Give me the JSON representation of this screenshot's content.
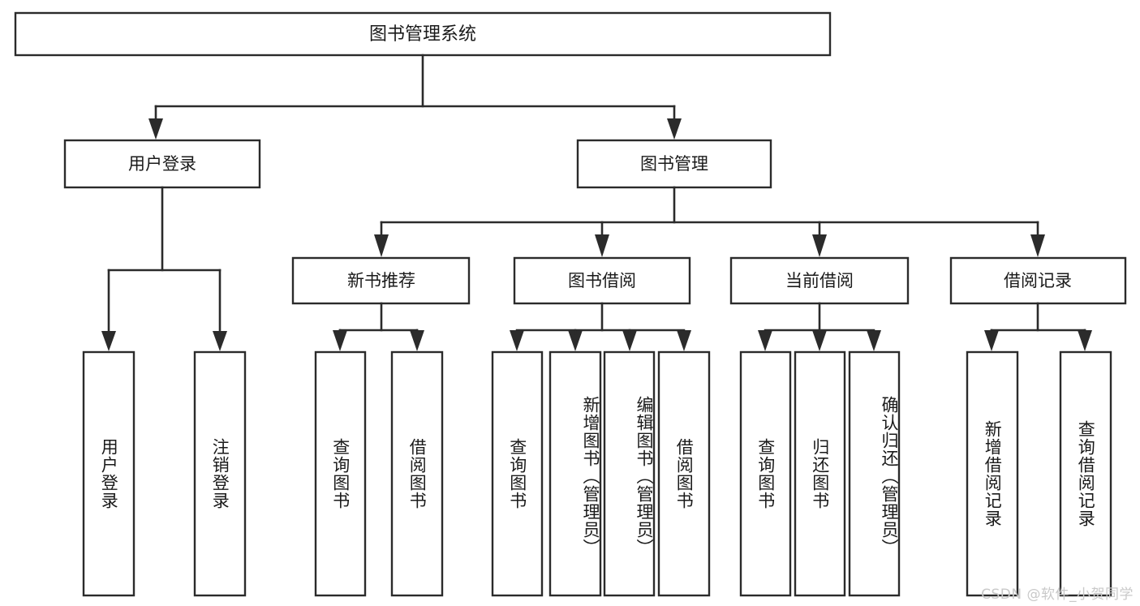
{
  "diagram": {
    "title": "图书管理系统",
    "type": "tree-hierarchy-chart",
    "root": {
      "label": "图书管理系统"
    },
    "level1": [
      {
        "label": "用户登录"
      },
      {
        "label": "图书管理"
      }
    ],
    "level2": [
      {
        "label": "新书推荐"
      },
      {
        "label": "图书借阅"
      },
      {
        "label": "当前借阅"
      },
      {
        "label": "借阅记录"
      }
    ],
    "leaves": {
      "user_login": [
        {
          "label": "用户登录"
        },
        {
          "label": "注销登录"
        }
      ],
      "new_book_recommend": [
        {
          "label": "查询图书"
        },
        {
          "label": "借阅图书"
        }
      ],
      "book_borrow": [
        {
          "label": "查询图书"
        },
        {
          "label": "新增图书（管理员）"
        },
        {
          "label": "编辑图书（管理员）"
        },
        {
          "label": "借阅图书"
        }
      ],
      "current_borrow": [
        {
          "label": "查询图书"
        },
        {
          "label": "归还图书"
        },
        {
          "label": "确认归还（管理员）"
        }
      ],
      "borrow_record": [
        {
          "label": "新增借阅记录"
        },
        {
          "label": "查询借阅记录"
        }
      ]
    }
  },
  "watermark": {
    "text": "CSDN @软件_小贺同学"
  },
  "colors": {
    "stroke": "#2b2b2b",
    "background": "#ffffff",
    "text": "#1a1a1a",
    "watermark": "#c9c9c9"
  }
}
